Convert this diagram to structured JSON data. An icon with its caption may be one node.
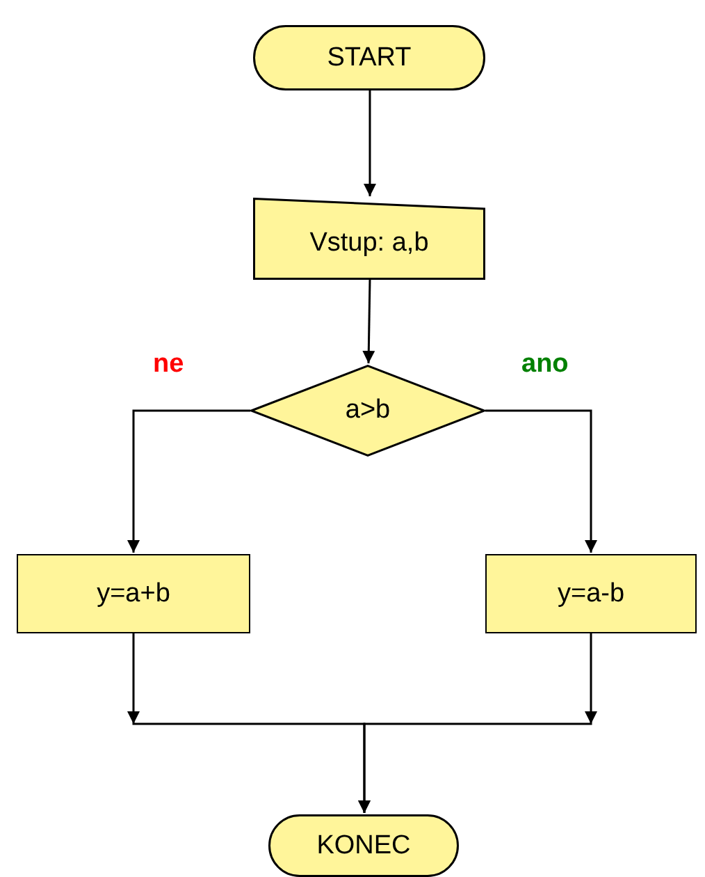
{
  "diagram": {
    "nodes": [
      {
        "text": [
          "START"
        ]
      },
      {
        "text": [
          "Vstup: a,b"
        ]
      },
      {
        "text": [
          "a>b"
        ]
      },
      {
        "text": [
          "y=a+b"
        ]
      },
      {
        "text": [
          "y=a-b"
        ]
      },
      {
        "text": [
          "KONEC"
        ]
      }
    ],
    "edges": [
      {
        "from": 0,
        "to": 1,
        "arrow": "to"
      },
      {
        "from": 1,
        "to": 2,
        "arrow": "to"
      },
      {
        "from": 2,
        "to": 3,
        "arrow": "to",
        "label": "ne"
      },
      {
        "from": 2,
        "to": 4,
        "arrow": "to",
        "label": "ano"
      },
      {
        "from": 3,
        "to": 5,
        "arrow": "to"
      },
      {
        "from": 4,
        "to": 5,
        "arrow": "to"
      }
    ]
  }
}
